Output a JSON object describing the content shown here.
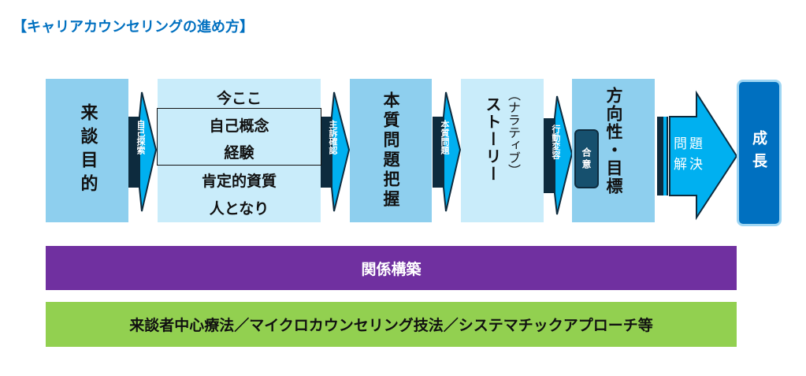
{
  "title": "【キャリアカウンセリングの進め方】",
  "steps": {
    "purpose": "来談目的",
    "self_explore": "自己探索",
    "now_here": "今ここ",
    "self_concept": "自己概念",
    "experience": "経験",
    "positive": "肯定的資質",
    "personality": "人となり",
    "complaint": "主訴確認",
    "essence": "本質問題把握",
    "essence_arrow": "本質問題",
    "story_paren": "（ナラティブ）",
    "story": "ストーリー",
    "behavior": "行動変容",
    "agreement": "合意",
    "direction": "方向性・目標",
    "solve_1": "問題",
    "solve_2": "解決",
    "growth": "成長"
  },
  "bars": {
    "relationship": "関係構築",
    "methods": "来談者中心療法／マイクロカウンセリング技法／システマチックアプローチ等"
  },
  "colors": {
    "title": "#0070c0",
    "purple": "#7030a0",
    "green": "#92d050",
    "growth": "#0070c0"
  }
}
